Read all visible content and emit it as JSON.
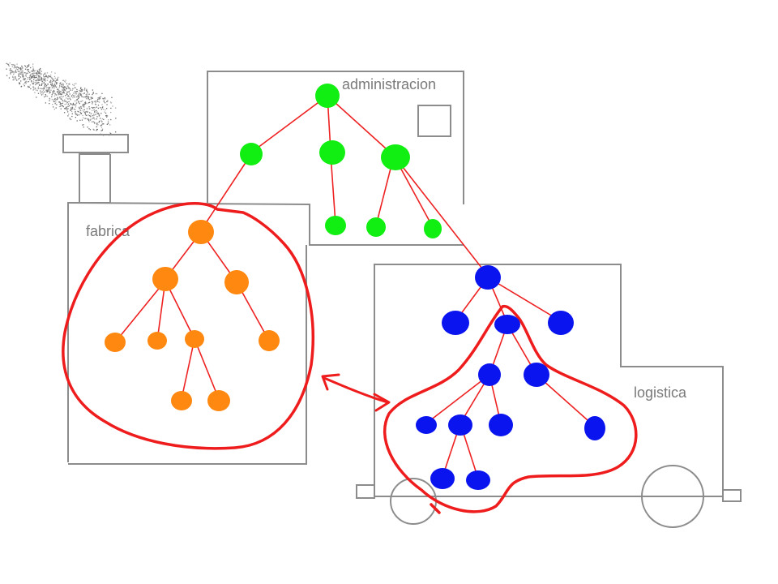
{
  "labels": {
    "administracion": "administracion",
    "fabrica": "fabrica",
    "logistica": "logistica"
  },
  "colors": {
    "administracion_nodes": "#11ee11",
    "fabrica_nodes": "#ff8811",
    "logistica_nodes": "#0a14ee",
    "links": "#ee2222",
    "buildings": "#8c8c8c"
  }
}
